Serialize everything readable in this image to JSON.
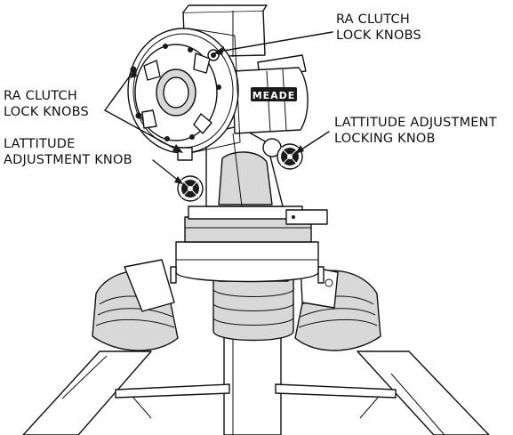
{
  "callouts": {
    "ra_clutch_top": {
      "line1": "RA CLUTCH",
      "line2": "LOCK KNOBS"
    },
    "ra_clutch_left": {
      "line1": "RA CLUTCH",
      "line2": "LOCK KNOBS"
    },
    "latitude_knob": {
      "line1": "LATTITUDE",
      "line2": "ADJUSTMENT KNOB"
    },
    "latitude_locking": {
      "line1": "LATTITUDE ADJUSTMENT",
      "line2": "LOCKING KNOB"
    }
  },
  "brand": "MEADE"
}
